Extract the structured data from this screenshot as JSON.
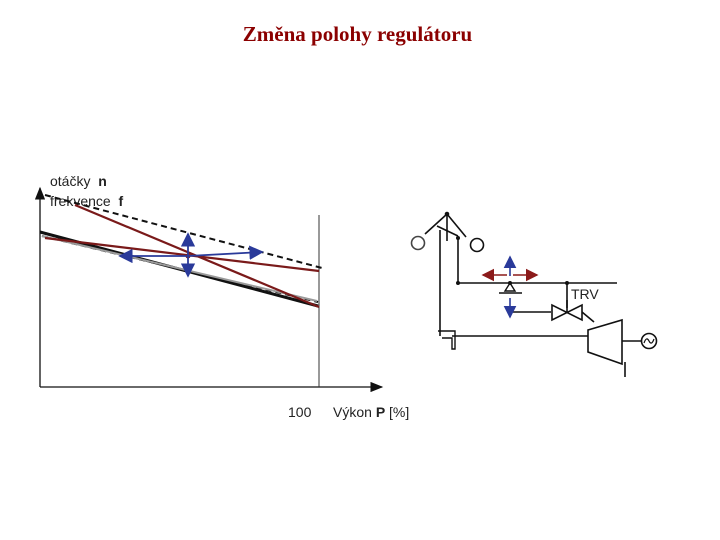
{
  "title": "Změna polohy regulátoru",
  "graph": {
    "y_label_line1": "otáčky",
    "y_label_line1_symbol": "n",
    "y_label_line2": "frekvence",
    "y_label_line2_symbol": "f",
    "x_tick_100": "100",
    "x_label": "Výkon",
    "x_label_symbol": "P",
    "x_label_unit": "[%]"
  },
  "schematic": {
    "trv_label": "TRV"
  },
  "colors": {
    "title": "#8b0000",
    "droop_line": "#7a1a1a",
    "arrow_blue": "#2a3a9a",
    "arrow_red": "#8b1a1a",
    "black": "#111111"
  }
}
